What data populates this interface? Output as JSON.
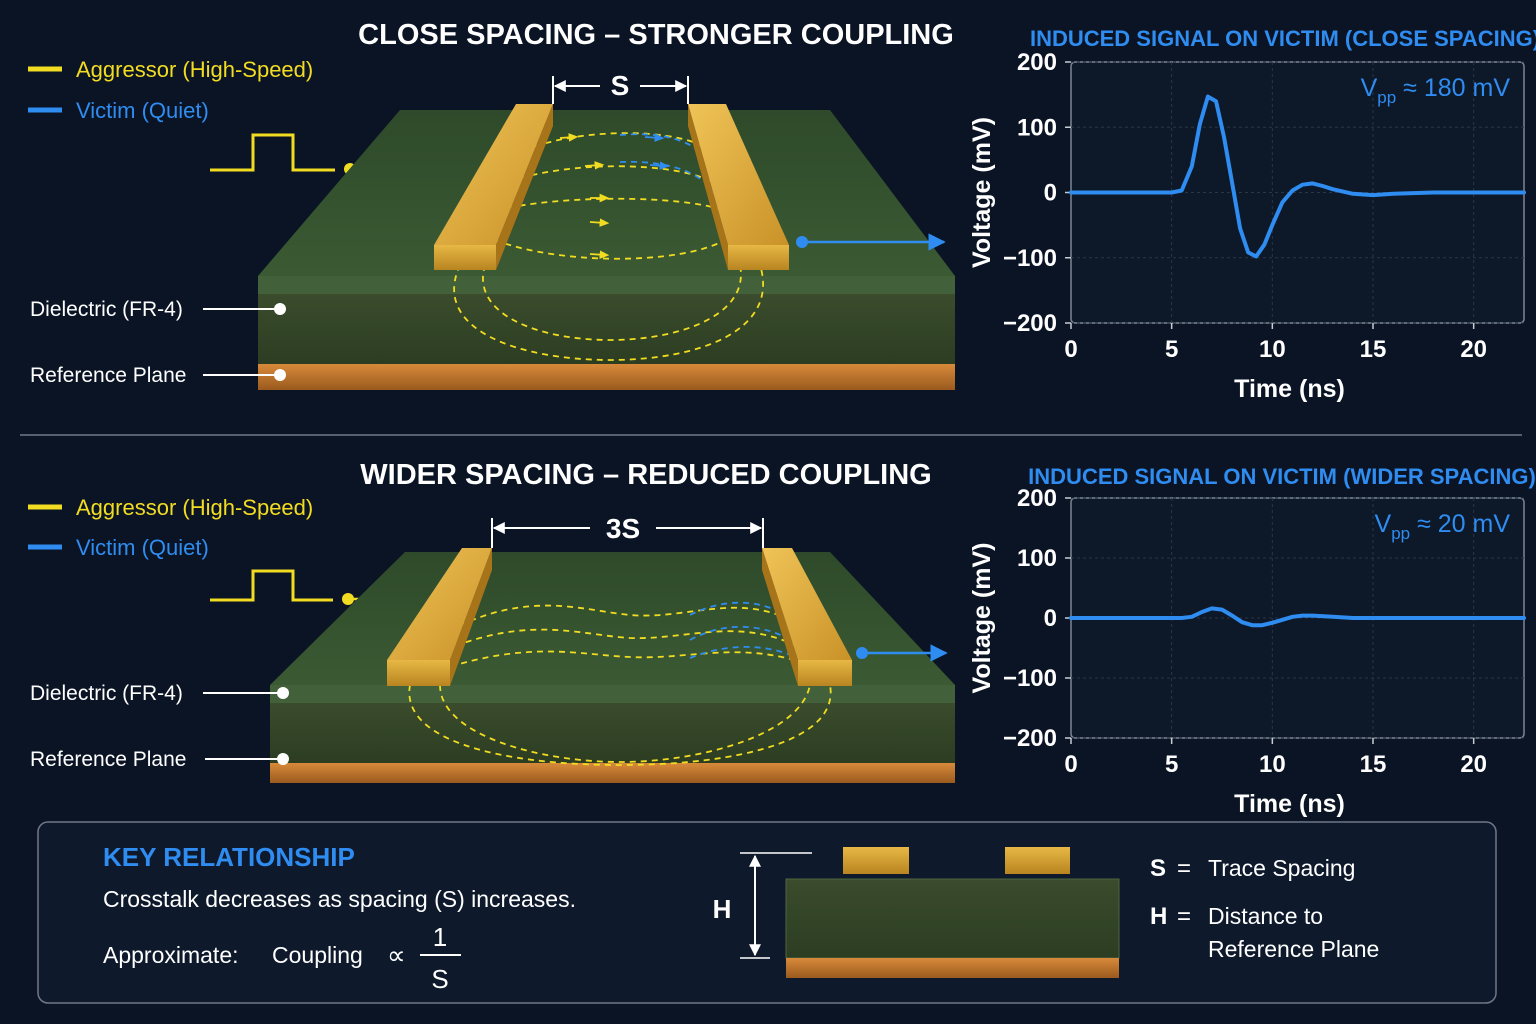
{
  "colors": {
    "background": "#0b1424",
    "aggressor": "#f2dc22",
    "victim": "#2f8cf0",
    "trace_gold": "#d9a532",
    "dielectric": "#33462a",
    "copper": "#c57a2e",
    "text": "#ffffff"
  },
  "close": {
    "title": "CLOSE SPACING – STRONGER COUPLING",
    "spacing_label": "S",
    "legend_aggressor": "Aggressor (High-Speed)",
    "legend_victim": "Victim (Quiet)",
    "label_dielectric": "Dielectric (FR-4)",
    "label_reference": "Reference Plane"
  },
  "wide": {
    "title": "WIDER SPACING – REDUCED COUPLING",
    "spacing_label": "3S",
    "legend_aggressor": "Aggressor (High-Speed)",
    "legend_victim": "Victim (Quiet)",
    "label_dielectric": "Dielectric (FR-4)",
    "label_reference": "Reference Plane"
  },
  "key": {
    "title": "KEY RELATIONSHIP",
    "statement": "Crosstalk decreases as spacing (S) increases.",
    "approx_label": "Approximate:",
    "coupling_label": "Coupling",
    "proportional_symbol": "∝",
    "fraction_numerator": "1",
    "fraction_denominator": "S",
    "height_label": "H",
    "def_s_symbol": "S",
    "def_s_text": "Trace Spacing",
    "def_h_symbol": "H",
    "def_h_text_line1": "Distance to",
    "def_h_text_line2": "Reference Plane",
    "equals": "="
  },
  "chart_data": [
    {
      "type": "line",
      "title": "INDUCED SIGNAL ON VICTIM (CLOSE SPACING)",
      "xlabel": "Time (ns)",
      "ylabel": "Voltage (mV)",
      "xlim": [
        0,
        22.5
      ],
      "ylim": [
        -200,
        200
      ],
      "xticks": [
        0,
        5,
        10,
        15,
        20
      ],
      "yticks": [
        200,
        100,
        0,
        -100,
        -200
      ],
      "ytick_labels": [
        "200",
        "100",
        "0",
        "−100",
        "−200"
      ],
      "grid": true,
      "annotation_main": "V",
      "annotation_sub": "pp",
      "annotation_value": "≈ 180 mV",
      "series": [
        {
          "x": [
            0,
            4.5,
            5.0,
            5.5,
            6.0,
            6.4,
            6.8,
            7.2,
            7.6,
            8.0,
            8.4,
            8.8,
            9.2,
            9.6,
            10.0,
            10.5,
            11.0,
            11.5,
            12.0,
            12.5,
            13.0,
            14.0,
            15.0,
            16.0,
            18.0,
            20.0,
            22.5
          ],
          "y": [
            0,
            0,
            0,
            3,
            40,
            105,
            147,
            140,
            85,
            15,
            -55,
            -92,
            -98,
            -80,
            -50,
            -15,
            3,
            12,
            14,
            10,
            5,
            -2,
            -4,
            -2,
            0,
            0,
            0
          ]
        }
      ]
    },
    {
      "type": "line",
      "title": "INDUCED SIGNAL ON VICTIM (WIDER SPACING)",
      "xlabel": "Time (ns)",
      "ylabel": "Voltage (mV)",
      "xlim": [
        0,
        22.5
      ],
      "ylim": [
        -200,
        200
      ],
      "xticks": [
        0,
        5,
        10,
        15,
        20
      ],
      "yticks": [
        200,
        100,
        0,
        -100,
        -200
      ],
      "ytick_labels": [
        "200",
        "100",
        "0",
        "−100",
        "−200"
      ],
      "grid": true,
      "annotation_main": "V",
      "annotation_sub": "pp",
      "annotation_value": "≈ 20 mV",
      "series": [
        {
          "x": [
            0,
            5.0,
            5.5,
            6.0,
            6.5,
            7.0,
            7.5,
            8.0,
            8.5,
            9.0,
            9.5,
            10.0,
            10.5,
            11.0,
            11.5,
            12.0,
            13.0,
            14.0,
            16.0,
            18.0,
            22.5
          ],
          "y": [
            0,
            0,
            0,
            2,
            10,
            16,
            14,
            4,
            -7,
            -12,
            -12,
            -8,
            -3,
            2,
            4,
            4,
            2,
            0,
            0,
            0,
            0
          ]
        }
      ]
    }
  ]
}
